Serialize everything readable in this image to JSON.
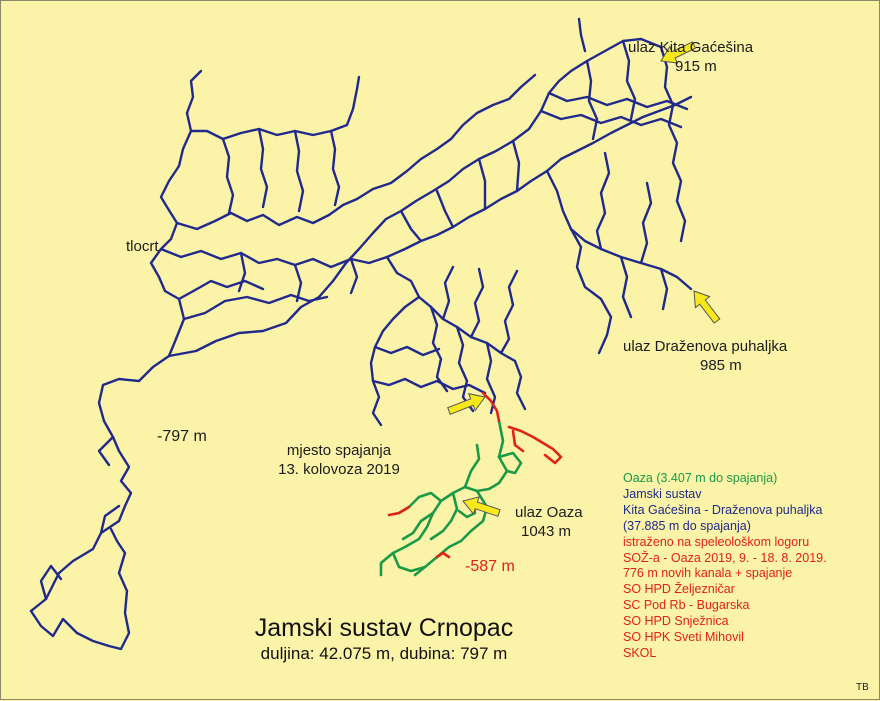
{
  "map": {
    "label_tlocrt": "tlocrt",
    "depth_797": "-797 m",
    "depth_587": "-587 m",
    "initials": "TB",
    "colors": {
      "background": "#fbf3a7",
      "jamski": "#1f2a8c",
      "oaza": "#1a9a48",
      "new": "#e0221c",
      "arrow": "#f7e81b"
    }
  },
  "entrances": {
    "kita": {
      "name": "ulaz Kita Gaćešina",
      "elevation": "915 m"
    },
    "drazenova": {
      "name": "ulaz Draženova puhaljka",
      "elevation": "985 m"
    },
    "oaza": {
      "name": "ulaz Oaza",
      "elevation": "1043 m"
    }
  },
  "junction": {
    "line1": "mjesto spajanja",
    "line2": "13. kolovoza 2019"
  },
  "legend": [
    {
      "text": "Oaza (3.407 m do spajanja)",
      "color": "#1a9a48"
    },
    {
      "text": "Jamski sustav",
      "color": "#1f2a8c"
    },
    {
      "text": "Kita Gaćešina - Draženova puhaljka",
      "color": "#1f2a8c"
    },
    {
      "text": "(37.885 m do spajanja)",
      "color": "#1f2a8c"
    },
    {
      "text": "istraženo na speleološkom logoru",
      "color": "#e0221c"
    },
    {
      "text": "SOŽ-a - Oaza 2019,  9. - 18. 8. 2019.",
      "color": "#e0221c"
    },
    {
      "text": "776 m novih kanala + spajanje",
      "color": "#e0221c"
    },
    {
      "text": "SO HPD Željezničar",
      "color": "#e0221c"
    },
    {
      "text": "SC Pod Rb - Bugarska",
      "color": "#e0221c"
    },
    {
      "text": "SO HPD Snježnica",
      "color": "#e0221c"
    },
    {
      "text": "SO HPK Sveti Mihovil",
      "color": "#e0221c"
    },
    {
      "text": "SKOL",
      "color": "#e0221c"
    }
  ],
  "title": {
    "name": "Jamski sustav Crnopac",
    "stats": "duljina: 42.075 m, dubina: 797 m"
  }
}
